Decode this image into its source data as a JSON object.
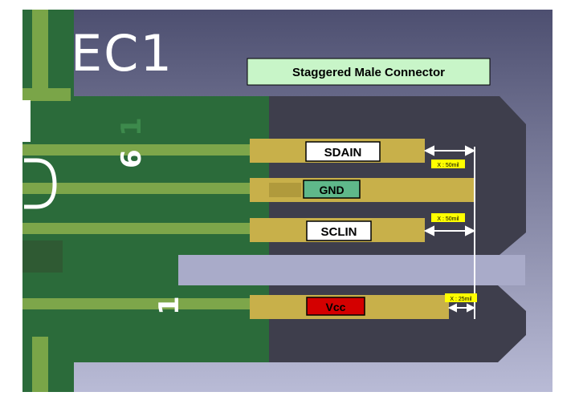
{
  "board": {
    "ref_designator": "EC1",
    "title": "Staggered Male Connector",
    "pin_labels": {
      "left": "6",
      "right": "1"
    }
  },
  "pins": [
    {
      "label": "SDAIN",
      "color": "#ffffff",
      "text_color": "#000000"
    },
    {
      "label": "GND",
      "color": "#5fb88a",
      "text_color": "#000000"
    },
    {
      "label": "SCLIN",
      "color": "#ffffff",
      "text_color": "#000000"
    },
    {
      "label": "Vcc",
      "color": "#d40000",
      "text_color": "#000000"
    }
  ],
  "dimensions": [
    {
      "label": "X : 50mil"
    },
    {
      "label": "X : 50mil"
    },
    {
      "label": "X : 25mil"
    }
  ],
  "colors": {
    "board_bg": "#585a7a",
    "board_dark": "#3f3f4e",
    "pcb_green": "#2a6b3a",
    "trace_green": "#7da64a",
    "gold": "#c8b04a",
    "title_box": "#c8f5c8",
    "dim_tag": "#ffff00"
  }
}
